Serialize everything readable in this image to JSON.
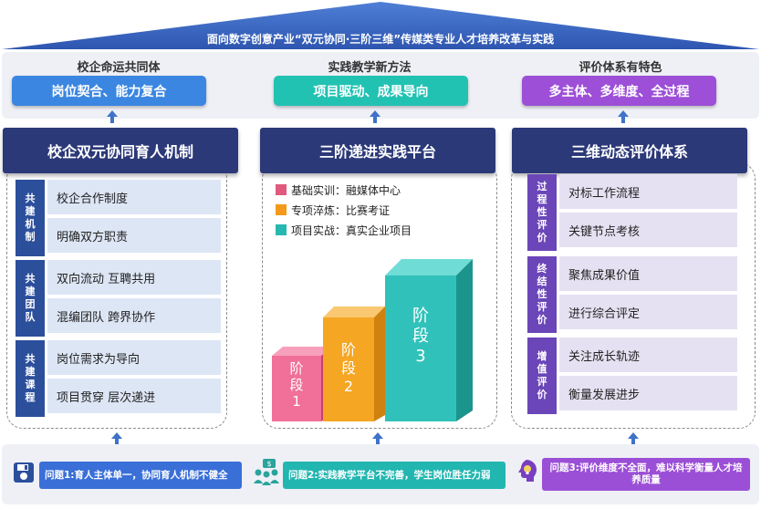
{
  "roof": {
    "title": "面向数字创意产业“双元协同·三阶三维”传媒类专业人才培养改革与实践"
  },
  "top": [
    {
      "category": "校企命运共同体",
      "pill": "岗位契合、能力复合",
      "color": "#3a86e0"
    },
    {
      "category": "实践教学新方法",
      "pill": "项目驱动、成果导向",
      "color": "#22c2b3"
    },
    {
      "category": "评价体系有特色",
      "pill": "多主体、多维度、全过程",
      "color": "#9d4fd8"
    }
  ],
  "left": {
    "header": "校企双元协同育人机制",
    "groups": [
      {
        "label": "共建机制",
        "items": [
          "校企合作制度",
          "明确双方职责"
        ]
      },
      {
        "label": "共建团队",
        "items": [
          "双向流动 互聘共用",
          "混编团队 跨界协作"
        ]
      },
      {
        "label": "共建课程",
        "items": [
          "岗位需求为导向",
          "项目贯穿 层次递进"
        ]
      }
    ]
  },
  "middle": {
    "header": "三阶递进实践平台",
    "legend": [
      {
        "text": "基础实训：融媒体中心",
        "color": "#e05a7e"
      },
      {
        "text": "专项淬炼：比赛考证",
        "color": "#f39a1b"
      },
      {
        "text": "项目实战：真实企业项目",
        "color": "#27b8b0"
      }
    ],
    "stages": [
      {
        "label_line1": "阶",
        "label_line2": "段",
        "label_num": "1",
        "front": "#f0709a",
        "top": "#f7a0bc",
        "side": "#c9406a"
      },
      {
        "label_line1": "阶",
        "label_line2": "段",
        "label_num": "2",
        "front": "#f5a623",
        "top": "#f9c870",
        "side": "#cf8210"
      },
      {
        "label_line1": "阶",
        "label_line2": "段",
        "label_num": "3",
        "front": "#30c2ba",
        "top": "#6fdcd5",
        "side": "#1c948e"
      }
    ]
  },
  "right": {
    "header": "三维动态评价体系",
    "groups": [
      {
        "label": "过程性评价",
        "items": [
          "对标工作流程",
          "关键节点考核"
        ]
      },
      {
        "label": "终结性评价",
        "items": [
          "聚焦成果价值",
          "进行综合评定"
        ]
      },
      {
        "label": "增值评价",
        "items": [
          "关注成长轨迹",
          "衡量发展进步"
        ]
      }
    ]
  },
  "problems": [
    {
      "text": "问题1:育人主体单一，协同育人机制不健全",
      "color": "#3a6fd8",
      "icon": "floppy-disk-icon"
    },
    {
      "text": "问题2:实践教学平台不完善，学生岗位胜任力弱",
      "color": "#22b6b0",
      "icon": "team-icon"
    },
    {
      "text": "问题3:评价维度不全面，难以科学衡量人才培养质量",
      "color": "#9b4fd6",
      "icon": "lightbulb-head-icon"
    }
  ]
}
